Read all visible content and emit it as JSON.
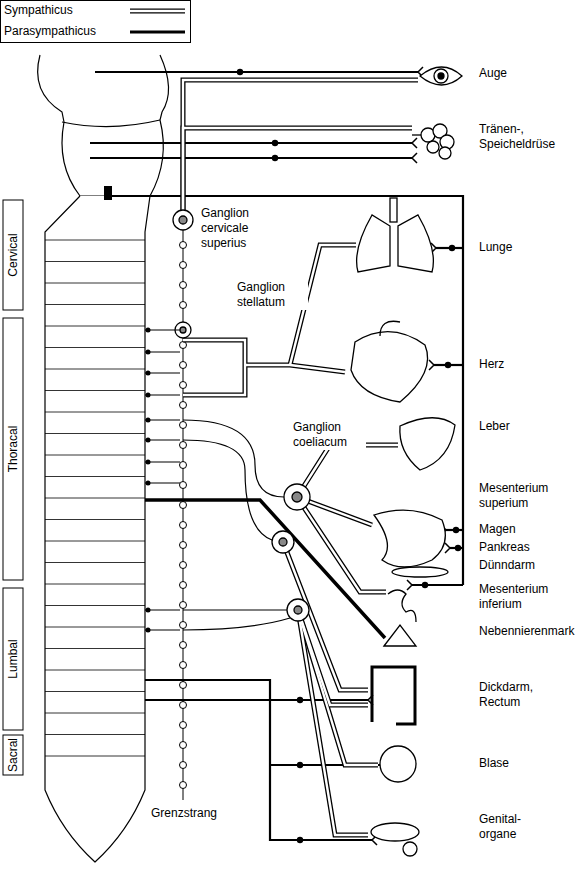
{
  "diagram": {
    "labels": [
      "Ganglion cervicale superius",
      "Ganglion stellatum",
      "Ganglion coeliacum",
      "Auge",
      "Tränen-, Speicheldrüse",
      "Lunge",
      "Herz",
      "Leber",
      "Mesenterium superium",
      "Magen",
      "Pankreas",
      "Dünndarm",
      "Mesenterium inferium",
      "Nebennierenmark",
      "Dickdarm, Rectum",
      "Blase",
      "Genital- organe",
      "Grenzstrang",
      "Cervical",
      "Thoracal",
      "Lumbal",
      "Sacral"
    ],
    "legend": [
      {
        "text": "Sympathicus"
      },
      {
        "text": "Parasympathicus"
      }
    ]
  }
}
